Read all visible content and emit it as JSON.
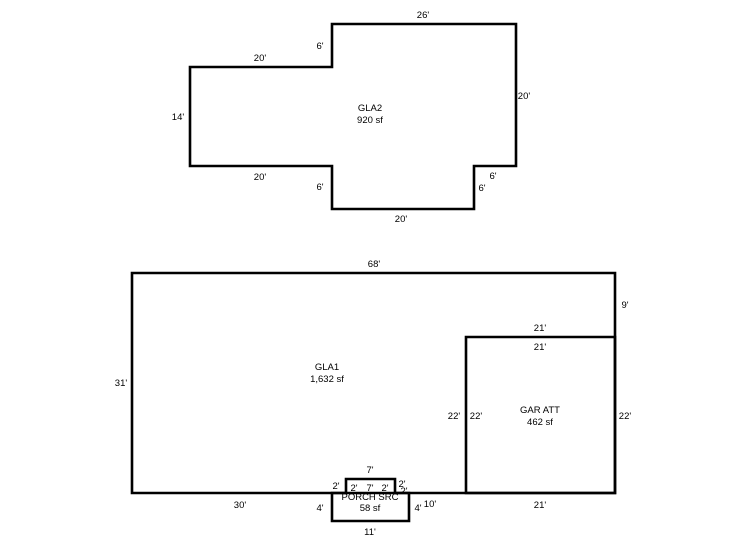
{
  "areas": {
    "gla2": {
      "name": "GLA2",
      "size": "920 sf"
    },
    "gla1": {
      "name": "GLA1",
      "size": "1,632 sf"
    },
    "garage": {
      "name": "GAR ATT",
      "size": "462 sf"
    },
    "porch": {
      "name": "PORCH SRC",
      "size": "58 sf"
    }
  },
  "dimensions": {
    "gla2_top": "26'",
    "gla2_right": "20'",
    "gla2_bump_top": "6'",
    "gla2_wing_top": "20'",
    "gla2_left": "14'",
    "gla2_wing_bottom": "20'",
    "gla2_bump_bottom_left": "6'",
    "gla2_bottom": "20'",
    "gla2_bump_bottom_right": "6'",
    "gla1_top": "68'",
    "gla1_right_upper": "9'",
    "gla1_left": "31'",
    "gla1_bottom": "30'",
    "gla1_right_inner": "22'",
    "garage_top_outer": "21'",
    "garage_top_inner": "21'",
    "garage_left_inner": "22'",
    "garage_right": "22'",
    "garage_bottom": "21'",
    "porch_top": "7'",
    "porch_top_inner": "7'",
    "porch_left_step": "2'",
    "porch_left_step_inner": "2'",
    "porch_right_step_inner": "2'",
    "porch_right_step": "2'",
    "porch_right_step_low": "2'",
    "porch_left": "4'",
    "porch_right": "4'",
    "porch_bottom": "11'",
    "porch_to_garage": "10'"
  }
}
